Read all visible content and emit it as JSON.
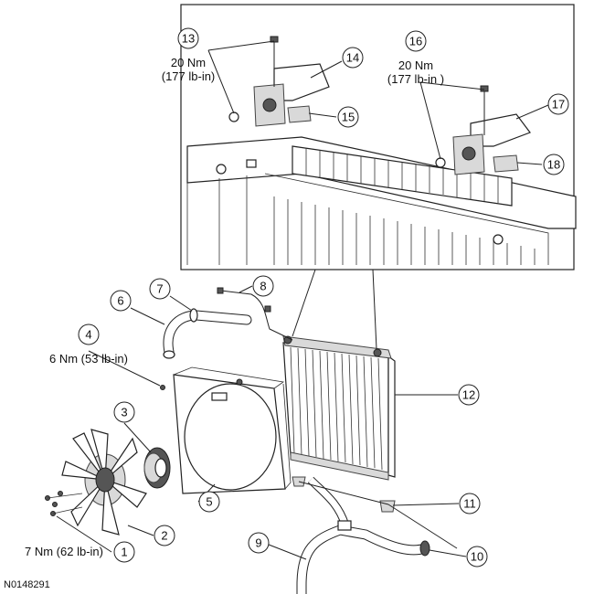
{
  "figure_id": "N0148291",
  "callouts": [
    {
      "num": "1"
    },
    {
      "num": "2"
    },
    {
      "num": "3"
    },
    {
      "num": "4"
    },
    {
      "num": "5"
    },
    {
      "num": "6"
    },
    {
      "num": "7"
    },
    {
      "num": "8"
    },
    {
      "num": "9"
    },
    {
      "num": "10"
    },
    {
      "num": "11"
    },
    {
      "num": "12"
    },
    {
      "num": "13"
    },
    {
      "num": "14"
    },
    {
      "num": "15"
    },
    {
      "num": "16"
    },
    {
      "num": "17"
    },
    {
      "num": "18"
    }
  ],
  "torque_specs": {
    "c13_line1": "20 Nm",
    "c13_line2": "(177 lb-in)",
    "c16_line1": "20 Nm",
    "c16_line2": "(177 lb-in )",
    "c4": "6 Nm (53 lb-in)",
    "c1": "7 Nm (62 lb-in)"
  },
  "colors": {
    "line": "#222222",
    "fill_part": "#d9d9d9"
  }
}
